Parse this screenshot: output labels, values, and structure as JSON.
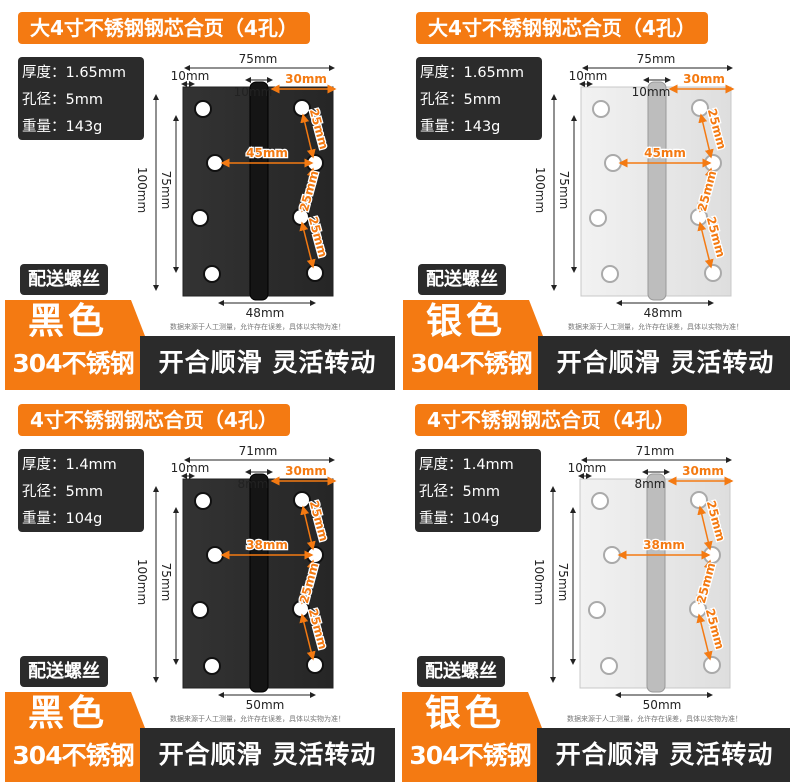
{
  "colors": {
    "accent": "#f47a12",
    "dark": "#2b2b2b",
    "black_plate": "#2a2a2a",
    "silver_plate": "#e6e6e6"
  },
  "panels": [
    {
      "title": "大4寸不锈钢钢芯合页（4孔）",
      "specs": [
        "厚度：1.65mm",
        "孔径：5mm",
        "重量：143g"
      ],
      "screws": "配送螺丝",
      "color": "黑色",
      "material": "304不锈钢",
      "slogan": "开合顺滑 灵活转动",
      "disclaimer": "数据来源于人工测量，允许存在误差，具体以实物为准！",
      "finish": "black",
      "dims": {
        "width": "75mm",
        "edge": "10mm",
        "pin": "10mm",
        "side": "30mm",
        "height": "100mm",
        "span": "75mm",
        "hole_h": "45mm",
        "hole_v": [
          "25mm",
          "25mm",
          "25mm"
        ],
        "bottom": "48mm"
      }
    },
    {
      "title": "大4寸不锈钢钢芯合页（4孔）",
      "specs": [
        "厚度：1.65mm",
        "孔径：5mm",
        "重量：143g"
      ],
      "screws": "配送螺丝",
      "color": "银色",
      "material": "304不锈钢",
      "slogan": "开合顺滑 灵活转动",
      "disclaimer": "数据来源于人工测量，允许存在误差，具体以实物为准！",
      "finish": "silver",
      "dims": {
        "width": "75mm",
        "edge": "10mm",
        "pin": "10mm",
        "side": "30mm",
        "height": "100mm",
        "span": "75mm",
        "hole_h": "45mm",
        "hole_v": [
          "25mm",
          "25mm",
          "25mm"
        ],
        "bottom": "48mm"
      }
    },
    {
      "title": "4寸不锈钢钢芯合页（4孔）",
      "specs": [
        "厚度：1.4mm",
        "孔径：5mm",
        "重量：104g"
      ],
      "screws": "配送螺丝",
      "color": "黑色",
      "material": "304不锈钢",
      "slogan": "开合顺滑 灵活转动",
      "disclaimer": "数据来源于人工测量，允许存在误差，具体以实物为准！",
      "finish": "black",
      "dims": {
        "width": "71mm",
        "edge": "10mm",
        "pin": "8mm",
        "side": "30mm",
        "height": "100mm",
        "span": "75mm",
        "hole_h": "38mm",
        "hole_v": [
          "25mm",
          "25mm",
          "25mm"
        ],
        "bottom": "50mm"
      }
    },
    {
      "title": "4寸不锈钢钢芯合页（4孔）",
      "specs": [
        "厚度：1.4mm",
        "孔径：5mm",
        "重量：104g"
      ],
      "screws": "配送螺丝",
      "color": "银色",
      "material": "304不锈钢",
      "slogan": "开合顺滑 灵活转动",
      "disclaimer": "数据来源于人工测量，允许存在误差，具体以实物为准！",
      "finish": "silver",
      "dims": {
        "width": "71mm",
        "edge": "10mm",
        "pin": "8mm",
        "side": "30mm",
        "height": "100mm",
        "span": "75mm",
        "hole_h": "38mm",
        "hole_v": [
          "25mm",
          "25mm",
          "25mm"
        ],
        "bottom": "50mm"
      }
    }
  ]
}
